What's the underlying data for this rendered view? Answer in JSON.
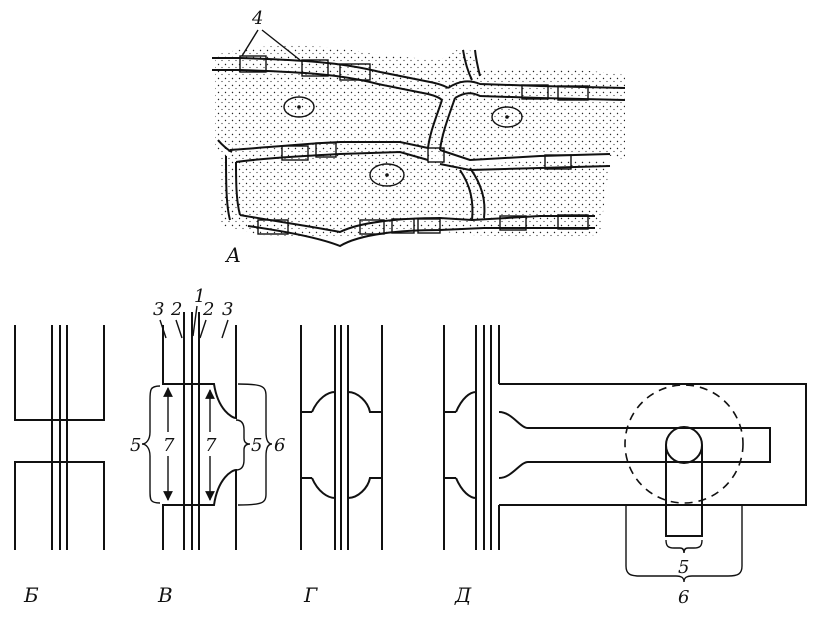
{
  "panel_labels": {
    "a": "А",
    "b": "Б",
    "v": "В",
    "g": "Г",
    "d": "Д"
  },
  "numbers": {
    "n1": "1",
    "n2": "2",
    "n3": "3",
    "n4": "4",
    "n5": "5",
    "n6": "6",
    "n7": "7"
  }
}
